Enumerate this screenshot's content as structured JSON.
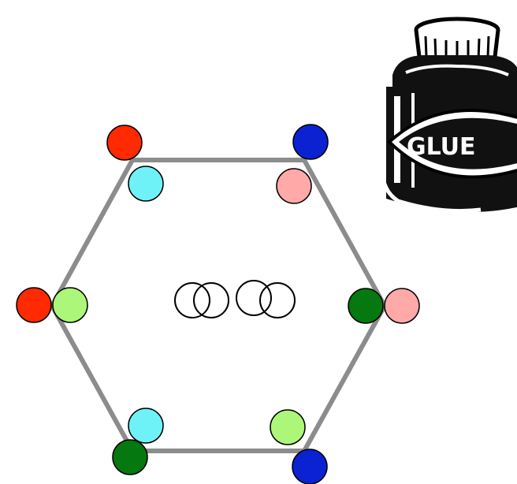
{
  "colors": {
    "hexagon_stroke": "#8c8c8c",
    "red": "#ff2a00",
    "blue": "#0a22d2",
    "cyan": "#6ff2f7",
    "pink": "#ffa9a9",
    "light_green": "#acf679",
    "dark_green": "#05780f",
    "outline": "#000000"
  },
  "hexagon": {
    "vertices": [
      "top-left",
      "top-right",
      "right",
      "bottom-right",
      "bottom-left",
      "left"
    ]
  },
  "vertex_pairs": [
    {
      "vertex": "top-left",
      "outer": "red",
      "inner": "cyan"
    },
    {
      "vertex": "top-right",
      "outer": "blue",
      "inner": "pink"
    },
    {
      "vertex": "right",
      "outer": "pink",
      "inner": "dark_green"
    },
    {
      "vertex": "bottom-right",
      "outer": "blue",
      "inner": "light_green"
    },
    {
      "vertex": "bottom-left",
      "outer": "dark_green",
      "inner": "cyan"
    },
    {
      "vertex": "left",
      "outer": "red",
      "inner": "light_green"
    }
  ],
  "center_rings": {
    "groups": 2,
    "rings_per_group": 2
  },
  "glue_jar": {
    "label": "GLUE",
    "icon": "glue-jar-icon"
  }
}
